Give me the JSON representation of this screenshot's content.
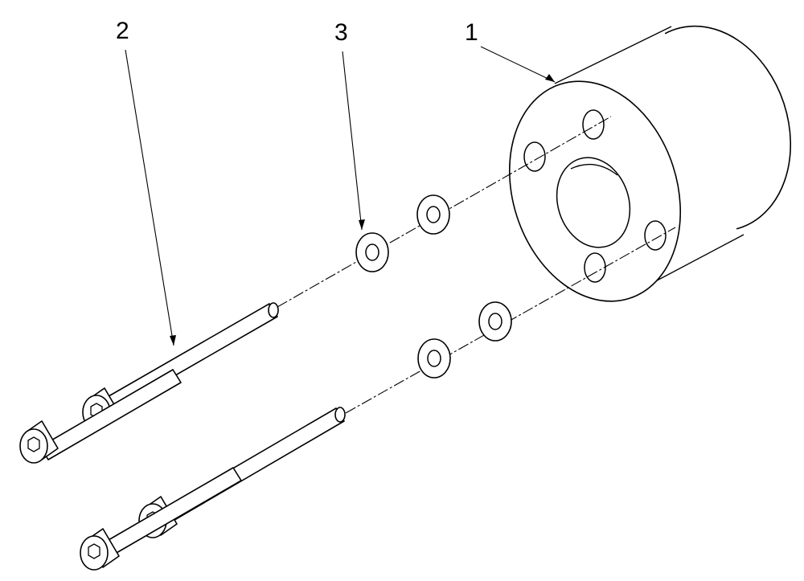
{
  "callouts": [
    {
      "id": "1",
      "part": "spacer"
    },
    {
      "id": "2",
      "part": "socket-head-cap-screw"
    },
    {
      "id": "3",
      "part": "washer"
    }
  ],
  "parts": {
    "screw_count": 2,
    "washer_count": 4,
    "spacer_hole_count": 4
  },
  "colors": {
    "line": "#000000",
    "background": "#ffffff"
  }
}
